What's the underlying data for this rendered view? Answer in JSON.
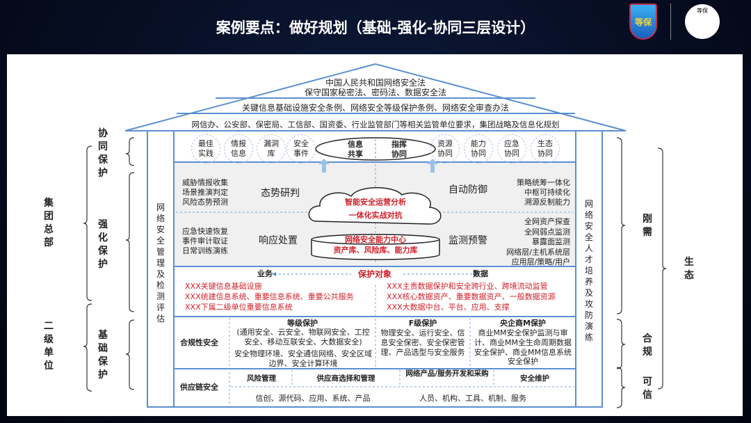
{
  "title": "案例要点：做好规划（基础-强化-协同三层设计）",
  "logos": {
    "left_badge": "等保",
    "right_logo": "等保"
  },
  "roof": {
    "line1": "中国人民共和国网络安全法",
    "line2": "保守国家秘密法、密码法、数据安全法",
    "line3": "关键信息基础设施安全条例、网络安全等级保护条例、网络安全审查办法",
    "line4": "网信办、公安部、保密局、工信部、国资委、行业监管部门等相关监管单位要求，集团战略及信息化规划"
  },
  "pillars": {
    "left": "网络安全管理及检测评估",
    "right": "网络安全人才培养及攻防演练"
  },
  "collab": {
    "left_items": [
      "最佳实践",
      "情报信息",
      "漏洞库",
      "安全事件"
    ],
    "center_left": "信息共享",
    "center_right": "指挥协同",
    "right_items": [
      "资源协同",
      "能力协同",
      "应急协同",
      "生态协同"
    ]
  },
  "ops": {
    "tl_list": [
      "威胁情报收集",
      "场景推演判定",
      "风险态势预测"
    ],
    "tl_title": "态势研判",
    "tr_title": "自动防御",
    "tr_list": [
      "策略统筹一体化",
      "中枢可持续化",
      "溯源反制能力"
    ],
    "bl_list": [
      "应急快速恢复",
      "事件审计取证",
      "日常训练演练"
    ],
    "bl_title": "响应处置",
    "br_title": "监测预警",
    "br_list": [
      "全网资产探查",
      "全网弱点监测",
      "暴露面监测",
      "网络层/主机系统层",
      "应用层/策略/用户"
    ],
    "cloud_line1": "智能安全运营分析",
    "cloud_line2": "一体化实战对抗",
    "db_line1": "网络安全能力中心",
    "db_line2": "资产库、风险库、能力库"
  },
  "protect": {
    "left_head": "业务",
    "center_head": "保护对象",
    "right_head": "数据",
    "left_items": [
      "XXX关键信息基础设施",
      "XXX统建信息系统、重要信息系统、重要公共服务",
      "XXX下属二级单位重要信息系统"
    ],
    "right_items": [
      "XXX主责数据保护和安全跨行业、跨境流动监管",
      "XXX核心数据资产、重要数据资产、一般数据资源",
      "XXX大数据中台、平台、应用、支撑"
    ]
  },
  "compliance": {
    "label": "合规性安全",
    "col1_head": "等级保护",
    "col1_text": "(通用安全、云安全、物联网安全、工控安全、移动互联安全、大数据安全)",
    "col1_text2": "安全物理环境、安全通信网络、安全区域边界、安全计算环境",
    "col2_head": "F级保护",
    "col2_text": "物理安全、运行安全、信息安全保密、安全保密管理、产品选型与安全服务",
    "col3_head": "央企商M保护",
    "col3_text": "商业MM安全保护监测与审计、商业MM全生命周期数据安全保护、商业MM信息系统安全保护"
  },
  "supply": {
    "label": "供应链安全",
    "items": [
      "风险管理",
      "供应商选择和管理",
      "网络产品/服务开发和采购",
      "安全维护"
    ],
    "bottom_left": "信创、源代码、应用、系统、产品",
    "bottom_right": "人员、机构、工具、机制、服务"
  },
  "left_labels": {
    "collab": "协同保护",
    "strengthen": "强化保护",
    "basic": "基础保护",
    "hq": "集团总部",
    "sub": "二级单位"
  },
  "right_labels": {
    "rigid": "刚需",
    "compliance": "合规",
    "trusted": "可信",
    "eco": "生态"
  },
  "colors": {
    "line": "#5b8fd0",
    "red": "#d0202a",
    "gray": "#f0f0f0"
  }
}
